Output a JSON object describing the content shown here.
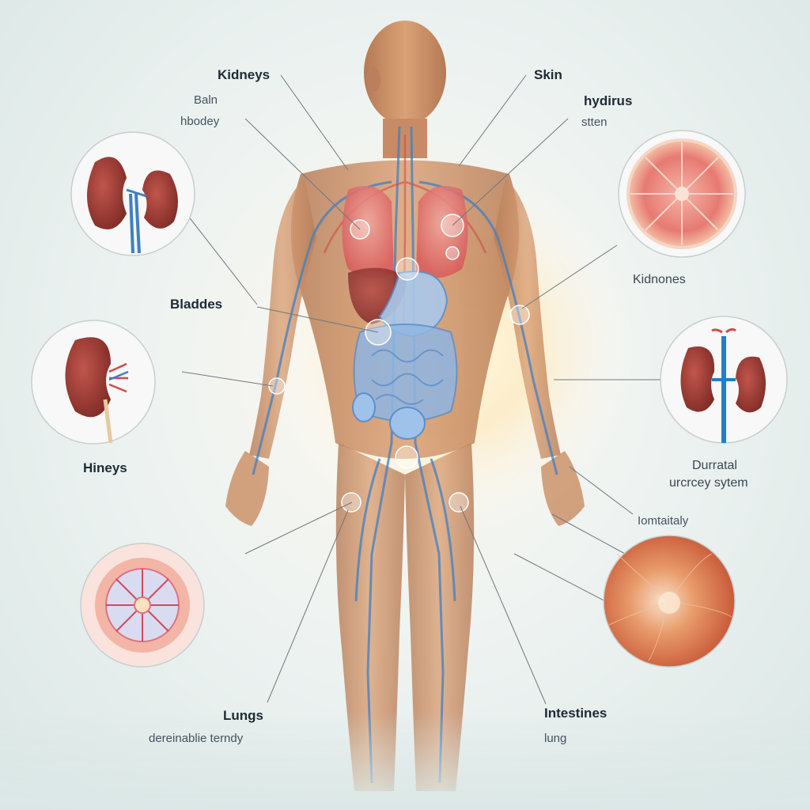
{
  "labels": {
    "kidneys_top": "Kidneys",
    "baln": "Baln",
    "hbodey": "hbodey",
    "skin": "Skin",
    "hydirus": "hydirus",
    "stten": "stten",
    "kidnones": "Kidnones",
    "bladdes": "Bladdes",
    "hineys": "Hineys",
    "durratal": "Durratal",
    "urcrcey_sytem": "urcrcey sytem",
    "iomtaitaly": "Iomtaitaly",
    "lungs": "Lungs",
    "dereinable": "dereinablie terndy",
    "intestines": "Intestines",
    "lung": "lung"
  },
  "colors": {
    "skin_tone": "#c98a5e",
    "vessel_blue": "#3f7fc4",
    "organ_red": "#d9585a",
    "intestine_blue": "#8fb6e3",
    "leader_line": "#6e7880"
  }
}
